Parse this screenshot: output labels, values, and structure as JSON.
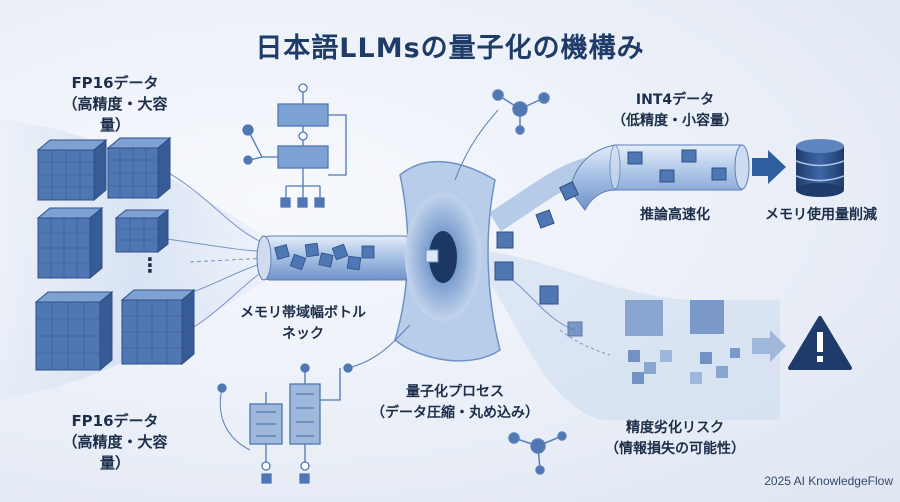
{
  "title": "日本語LLMsの量子化の機構み",
  "labels": {
    "fp16_top_1": "FP16データ",
    "fp16_top_2": "（高精度・大容量）",
    "fp16_bottom_1": "FP16データ",
    "fp16_bottom_2": "（高精度・大容量）",
    "bottleneck_1": "メモリ帯域幅ボトル",
    "bottleneck_2": "ネック",
    "process_1": "量子化プロセス",
    "process_2": "（データ圧縮・丸め込み）",
    "int4_1": "INT4データ",
    "int4_2": "（低精度・小容量）",
    "inference": "推論高速化",
    "memory": "メモリ使用量削減",
    "risk_1": "精度劣化リスク",
    "risk_2": "（情報損失の可能性）",
    "ellipsis": "⋮"
  },
  "credit": "2025 AI KnowledgeFlow",
  "icons": [
    "database-icon",
    "warning-icon",
    "molecule-icon",
    "circuit-diagram-icon",
    "arrow-icon"
  ],
  "colors": {
    "title": "#1f3c68",
    "cube_face": "#4f77b4",
    "cube_top": "#7ea1d4",
    "cube_side": "#365b95",
    "pipe": "#b9cfec",
    "accent": "#2f5f9e"
  }
}
